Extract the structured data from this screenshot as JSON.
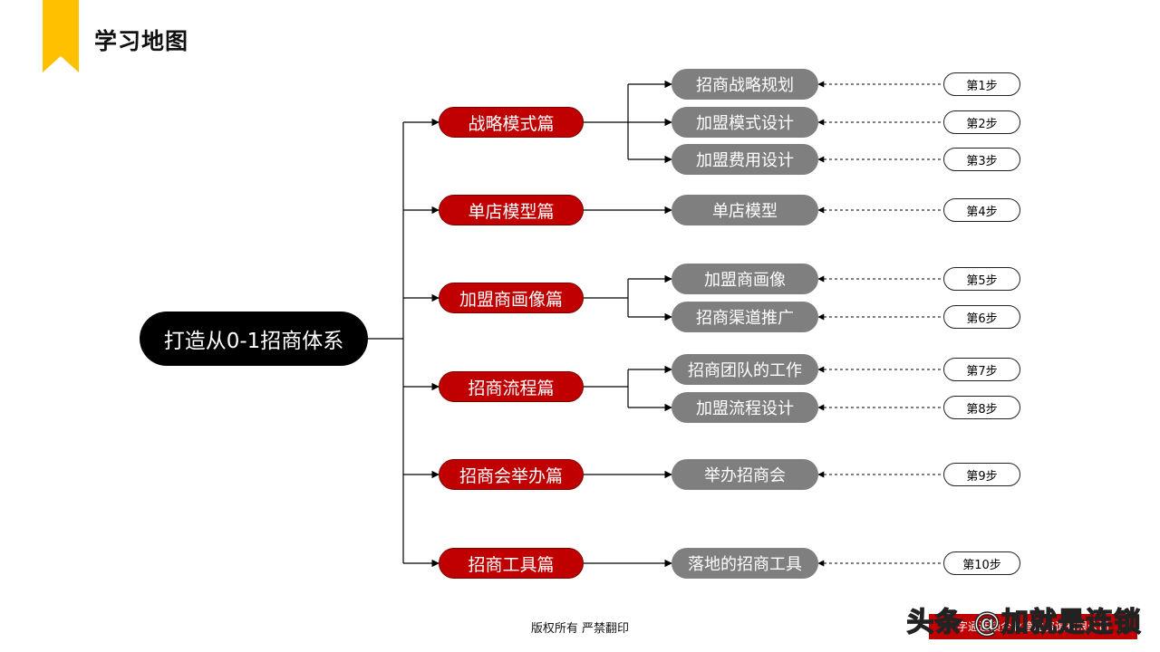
{
  "header": {
    "title": "学习地图"
  },
  "root": {
    "label": "打造从0-1招商体系"
  },
  "chapters": [
    {
      "label": "战略模式篇",
      "topics": [
        {
          "label": "招商战略规划",
          "step": "第1步"
        },
        {
          "label": "加盟模式设计",
          "step": "第2步"
        },
        {
          "label": "加盟费用设计",
          "step": "第3步"
        }
      ]
    },
    {
      "label": "单店模型篇",
      "topics": [
        {
          "label": "单店模型",
          "step": "第4步"
        }
      ]
    },
    {
      "label": "加盟商画像篇",
      "topics": [
        {
          "label": "加盟商画像",
          "step": "第5步"
        },
        {
          "label": "招商渠道推广",
          "step": "第6步"
        }
      ]
    },
    {
      "label": "招商流程篇",
      "topics": [
        {
          "label": "招商团队的工作",
          "step": "第7步"
        },
        {
          "label": "加盟流程设计",
          "step": "第8步"
        }
      ]
    },
    {
      "label": "招商会举办篇",
      "topics": [
        {
          "label": "举办招商会",
          "step": "第9步"
        }
      ]
    },
    {
      "label": "招商工具篇",
      "topics": [
        {
          "label": "落地的招商工具",
          "step": "第10步"
        }
      ]
    }
  ],
  "footer": {
    "copyright": "版权所有  严禁翻印",
    "bar_text": "字通连锁企业管理咨询有限公司",
    "watermark": "头条 @加就是连锁"
  },
  "colors": {
    "accent_yellow": "#ffc000",
    "chapter_red": "#c00000",
    "topic_gray": "#7f7f7f",
    "root_black": "#000000"
  }
}
